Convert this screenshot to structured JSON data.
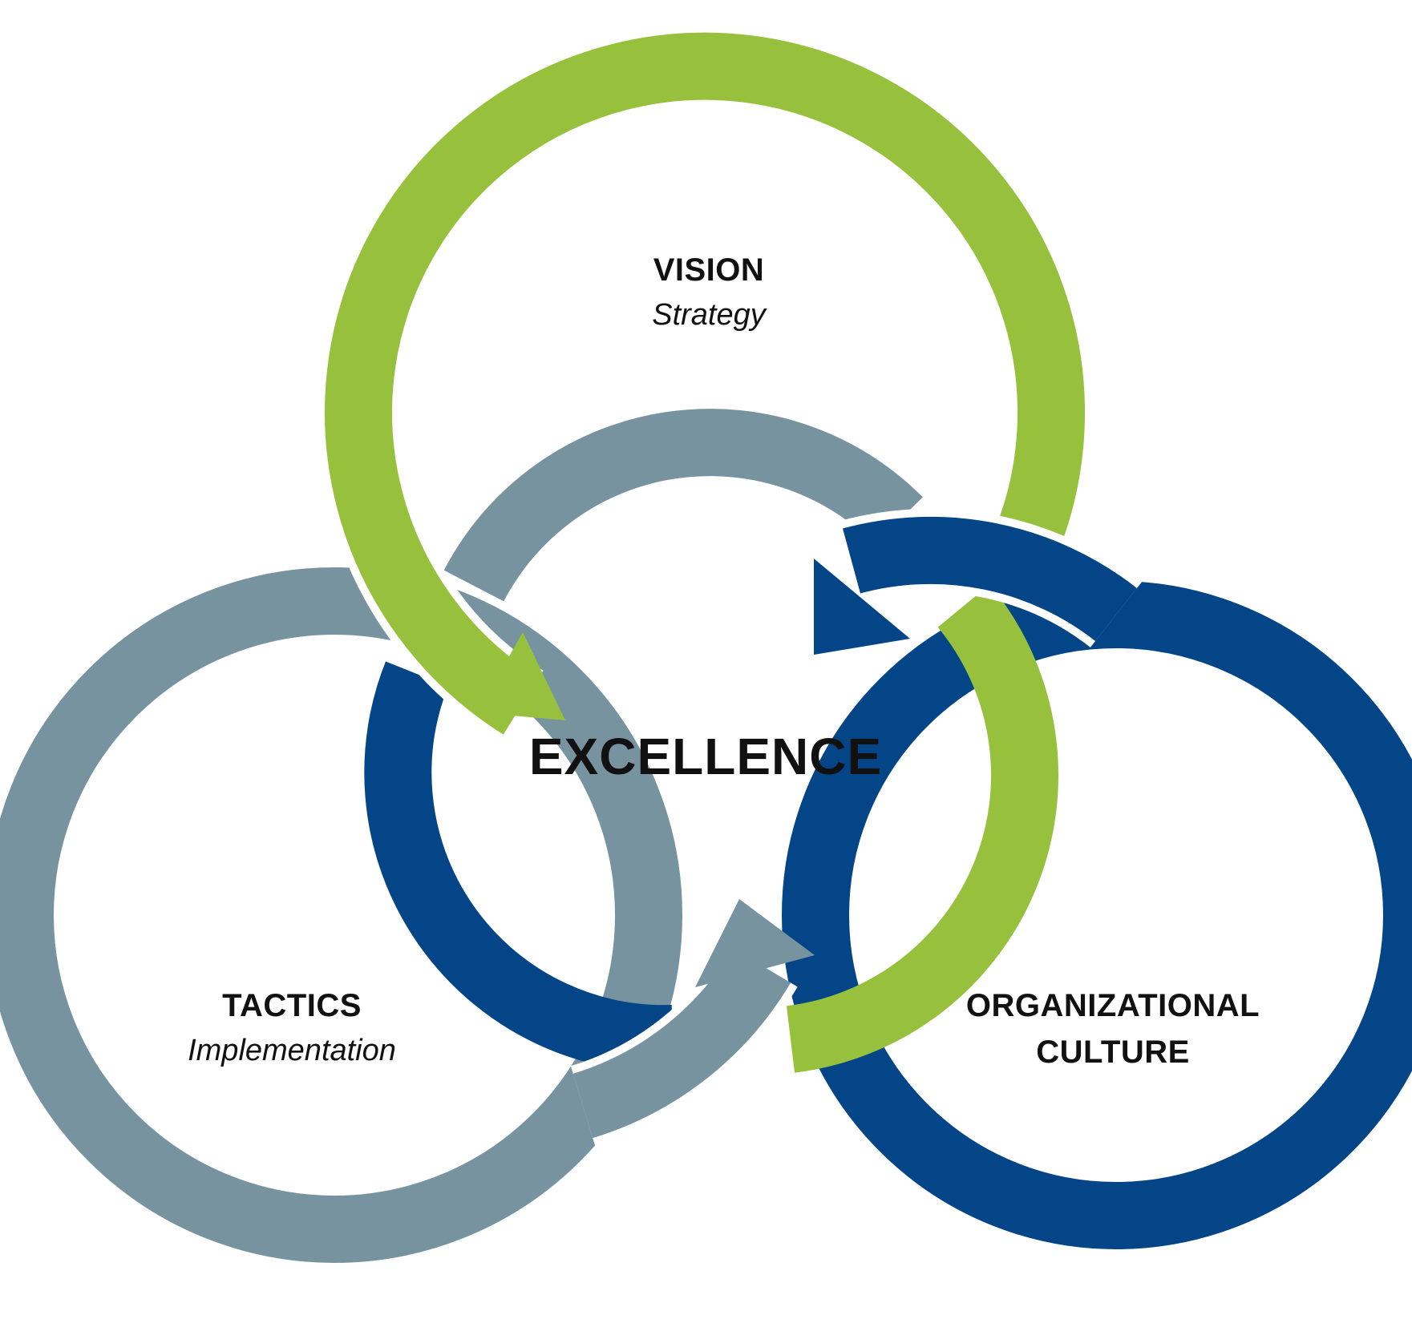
{
  "center": {
    "label": "EXCELLENCE"
  },
  "nodes": [
    {
      "id": "vision",
      "title": "VISION",
      "subtitle": "Strategy",
      "color": "#97c13d"
    },
    {
      "id": "tactics",
      "title": "TACTICS",
      "subtitle": "Implementation",
      "color": "#7793a0"
    },
    {
      "id": "culture",
      "title_line1": "ORGANIZATIONAL",
      "title_line2": "CULTURE",
      "color": "#034587"
    }
  ],
  "colors": {
    "green": "#97c13d",
    "gray": "#7793a0",
    "navy": "#034587",
    "background": "#ffffff"
  }
}
